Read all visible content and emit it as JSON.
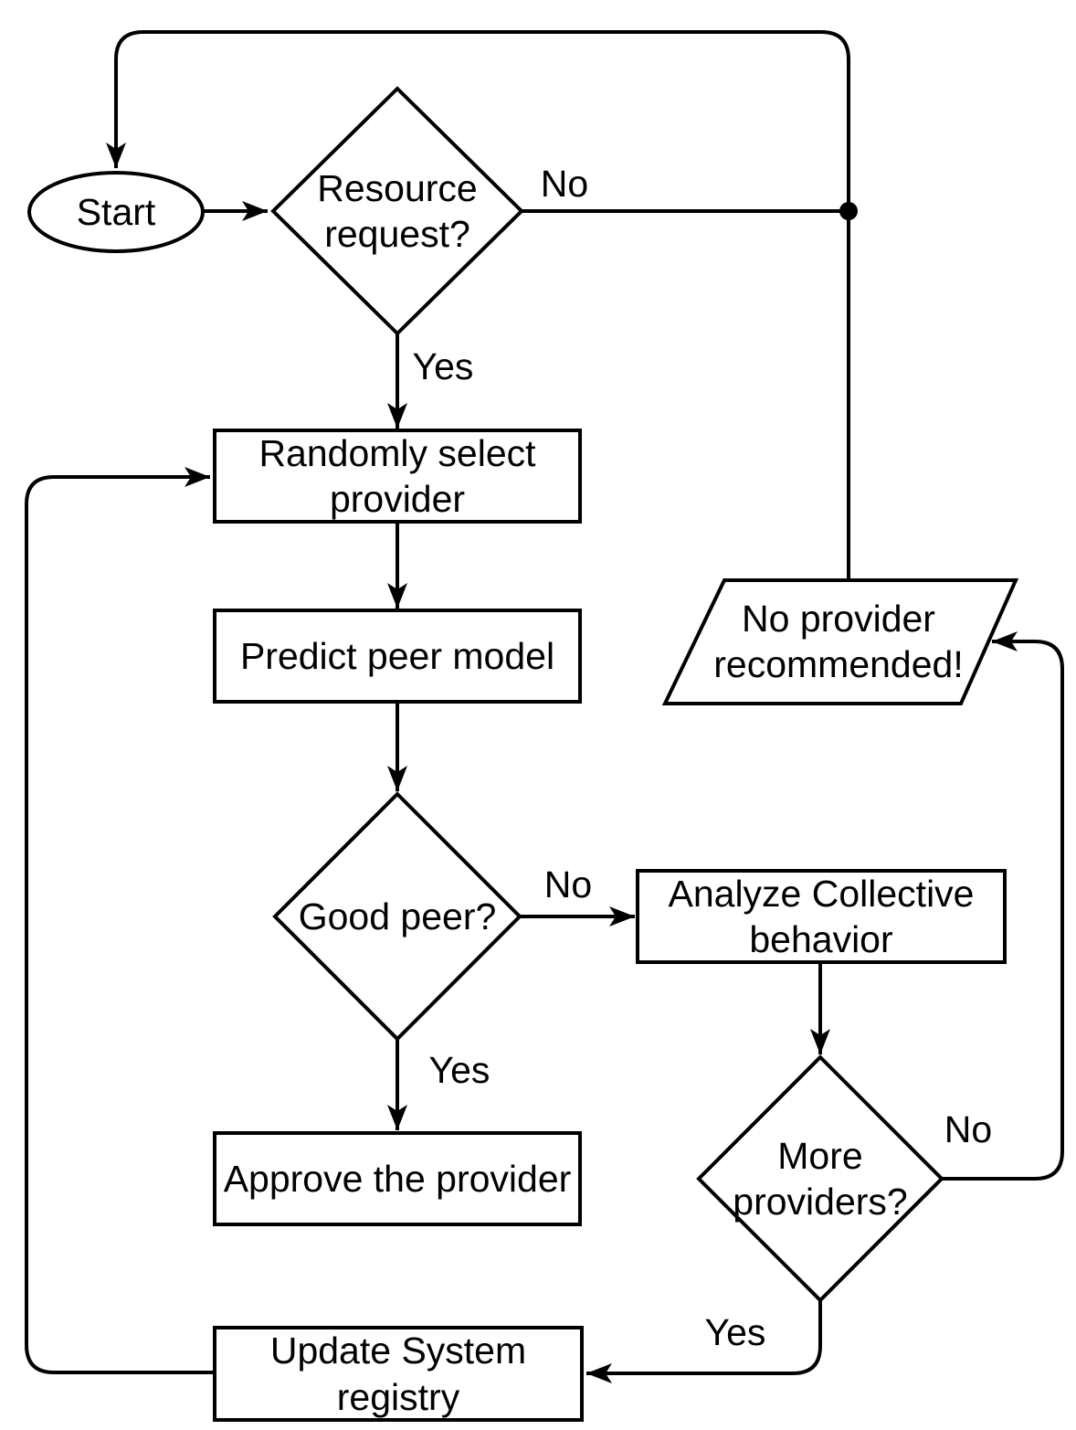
{
  "diagram": {
    "type": "flowchart",
    "colors": {
      "background": "#ffffff",
      "stroke": "#000000",
      "text": "#000000"
    },
    "nodes": {
      "start": {
        "shape": "ellipse",
        "label": "Start"
      },
      "resource_request": {
        "shape": "decision-diamond",
        "label": "Resource request?"
      },
      "randomly_select": {
        "shape": "process-rect",
        "label": "Randomly select provider"
      },
      "predict_peer": {
        "shape": "process-rect",
        "label": "Predict peer model"
      },
      "good_peer": {
        "shape": "decision-diamond",
        "label": "Good peer?"
      },
      "analyze_collective": {
        "shape": "process-rect",
        "label": "Analyze Collective behavior"
      },
      "no_provider": {
        "shape": "output-parallelogram",
        "label": "No provider recommended!"
      },
      "more_providers": {
        "shape": "decision-diamond",
        "label": "More providers?"
      },
      "approve_provider": {
        "shape": "process-rect",
        "label": "Approve the provider"
      },
      "update_registry": {
        "shape": "process-rect",
        "label": "Update System registry"
      }
    },
    "edge_labels": {
      "resource_no": "No",
      "resource_yes": "Yes",
      "good_peer_no": "No",
      "good_peer_yes": "Yes",
      "more_providers_no": "No",
      "more_providers_yes": "Yes"
    }
  }
}
